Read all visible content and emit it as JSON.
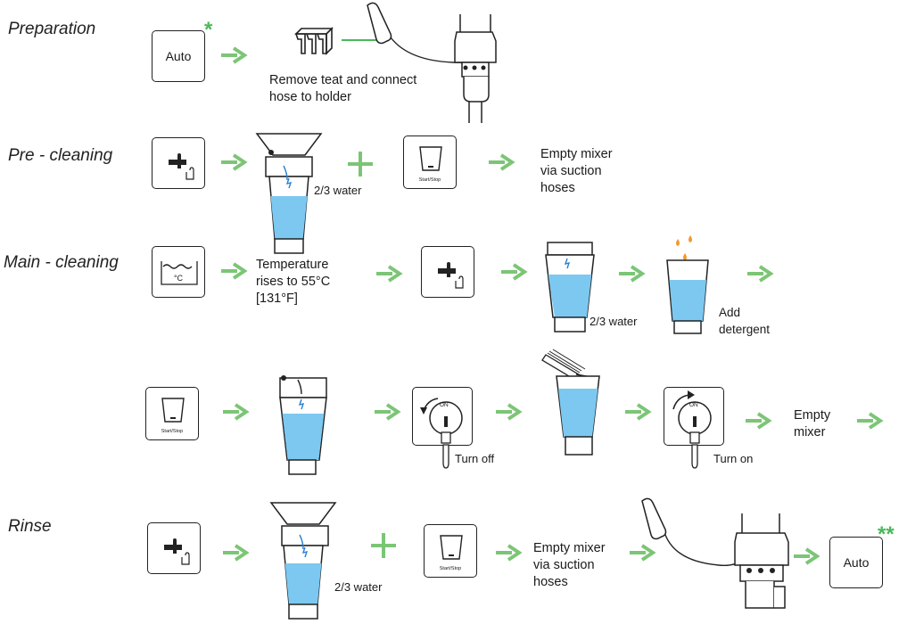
{
  "sections": {
    "preparation": "Preparation",
    "pre_cleaning": "Pre - cleaning",
    "main_cleaning": "Main - cleaning",
    "rinse": "Rinse"
  },
  "buttons": {
    "auto": "Auto",
    "start_stop": "Start/Stop",
    "celsius": "°C",
    "on": "ON"
  },
  "markers": {
    "single": "*",
    "double": "**"
  },
  "labels": {
    "remove_teat": "Remove teat and connect\nhose to holder",
    "water_two_thirds": "2/3 water",
    "empty_mixer_suction": "Empty mixer\nvia suction\nhoses",
    "temperature": "Temperature\nrises to 55°C\n[131°F]",
    "add_detergent": "Add\ndetergent",
    "turn_off": "Turn off",
    "turn_on": "Turn on",
    "empty_mixer": "Empty\nmixer"
  },
  "colors": {
    "arrow_green": "#7cc576",
    "water_blue": "#7cc8f0",
    "detergent_orange": "#f29a2e",
    "line": "#222222"
  },
  "icons": [
    "tap-hand-icon",
    "start-stop-icon",
    "heating-icon",
    "switch-icon",
    "brush-icon",
    "teat-icon",
    "hose-holder-icon",
    "machine-icon",
    "mixer-icon"
  ]
}
